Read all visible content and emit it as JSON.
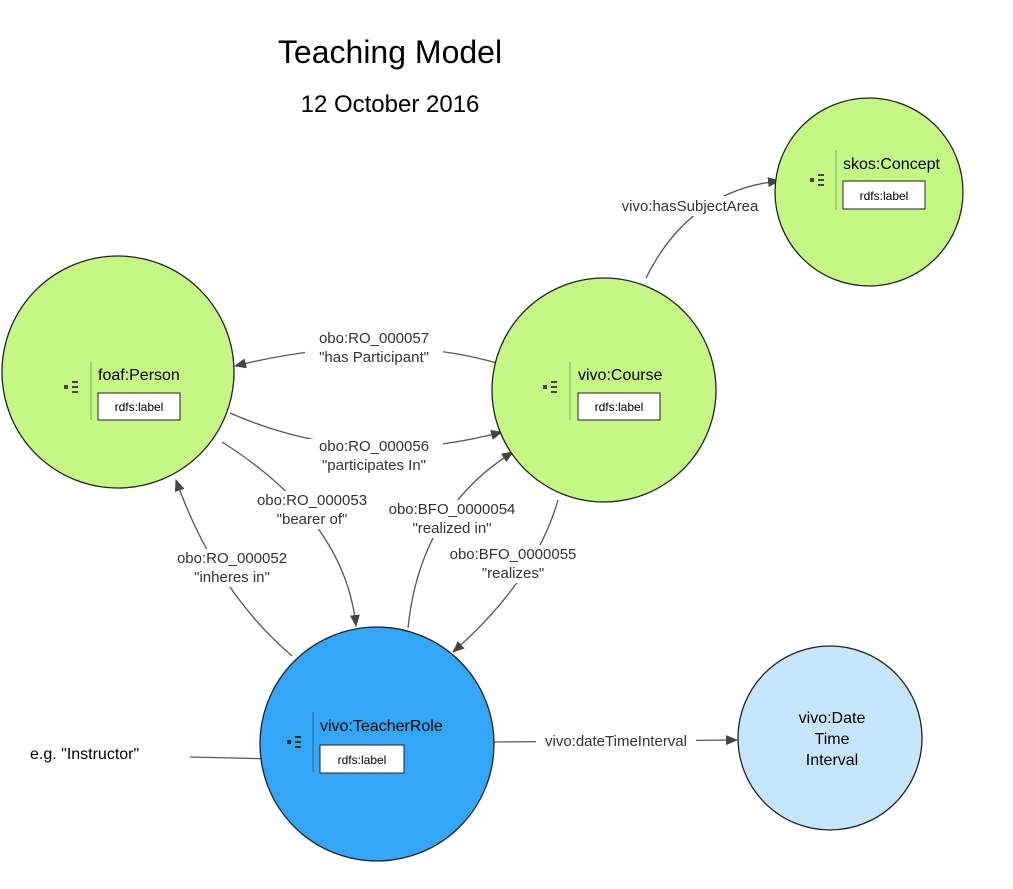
{
  "diagram": {
    "title": "Teaching Model",
    "date": "12 October 2016",
    "nodes": {
      "person": {
        "label": "foaf:Person",
        "prop": "rdfs:label",
        "fill": "#c5f882"
      },
      "course": {
        "label": "vivo:Course",
        "prop": "rdfs:label",
        "fill": "#c5f882"
      },
      "concept": {
        "label": "skos:Concept",
        "prop": "rdfs:label",
        "fill": "#c5f882"
      },
      "teacher_role": {
        "label": "vivo:TeacherRole",
        "prop": "rdfs:label",
        "fill": "#33a7f7"
      },
      "date_time_interval": {
        "label_lines": [
          "vivo:Date",
          "Time",
          "Interval"
        ],
        "fill": "#c6e6fb"
      }
    },
    "edges": {
      "has_participant": {
        "id": "obo:RO_000057",
        "name": "\"has Participant\""
      },
      "participates_in": {
        "id": "obo:RO_000056",
        "name": "\"participates In\""
      },
      "bearer_of": {
        "id": "obo:RO_000053",
        "name": "\"bearer of\""
      },
      "inheres_in": {
        "id": "obo:RO_000052",
        "name": "\"inheres in\""
      },
      "realized_in": {
        "id": "obo:BFO_0000054",
        "name": "\"realized in\""
      },
      "realizes": {
        "id": "obo:BFO_0000055",
        "name": "\"realizes\""
      },
      "has_subject_area": {
        "name": "vivo:hasSubjectArea"
      },
      "date_time_interval": {
        "name": "vivo:dateTimeInterval"
      }
    },
    "example_note": "e.g. \"Instructor\""
  }
}
